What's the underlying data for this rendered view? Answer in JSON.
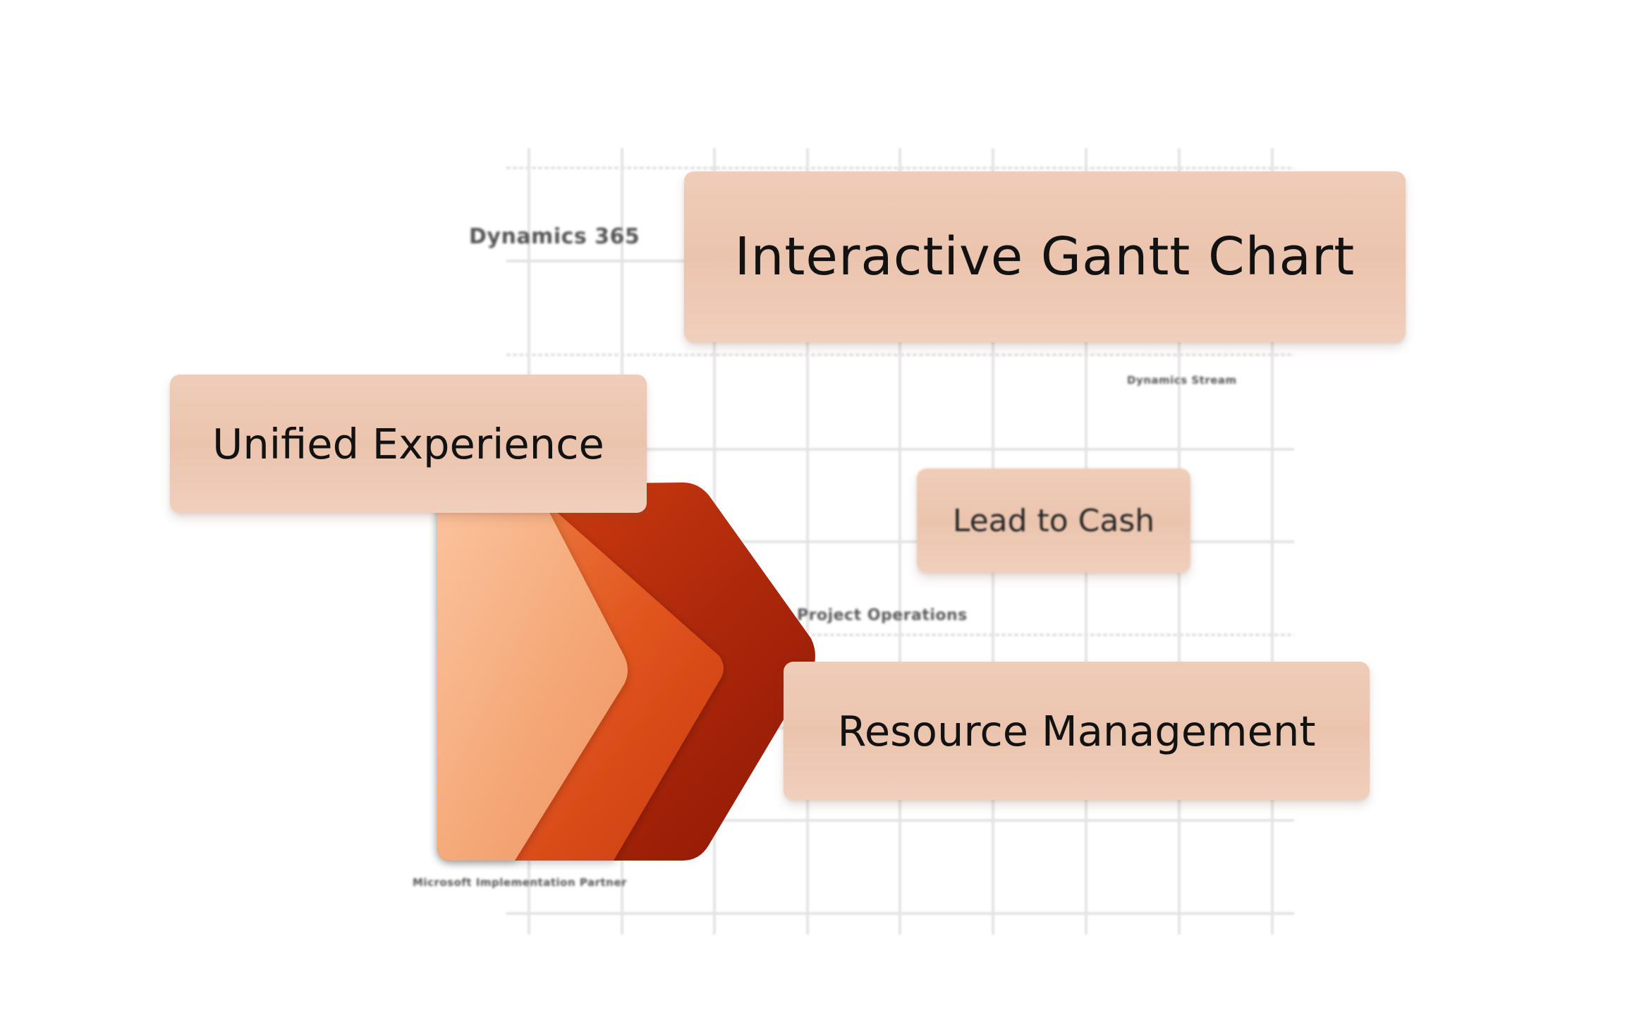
{
  "cards": {
    "gantt": "Interactive Gantt Chart",
    "unified": "Unified Experience",
    "lead": "Lead to Cash",
    "resource": "Resource Management"
  },
  "background_labels": {
    "dynamics": "Dynamics 365",
    "stream": "Dynamics Stream",
    "project_ops": "Project Operations",
    "partner": "Microsoft Implementation Partner"
  },
  "colors": {
    "card": "#ecc7b1",
    "logo_light": "#f6b088",
    "logo_mid": "#e35a20",
    "logo_dark": "#9c1a08",
    "grid": "#e6e6e6"
  },
  "logo": {
    "icon": "dynamics-365-project-operations-logo"
  }
}
